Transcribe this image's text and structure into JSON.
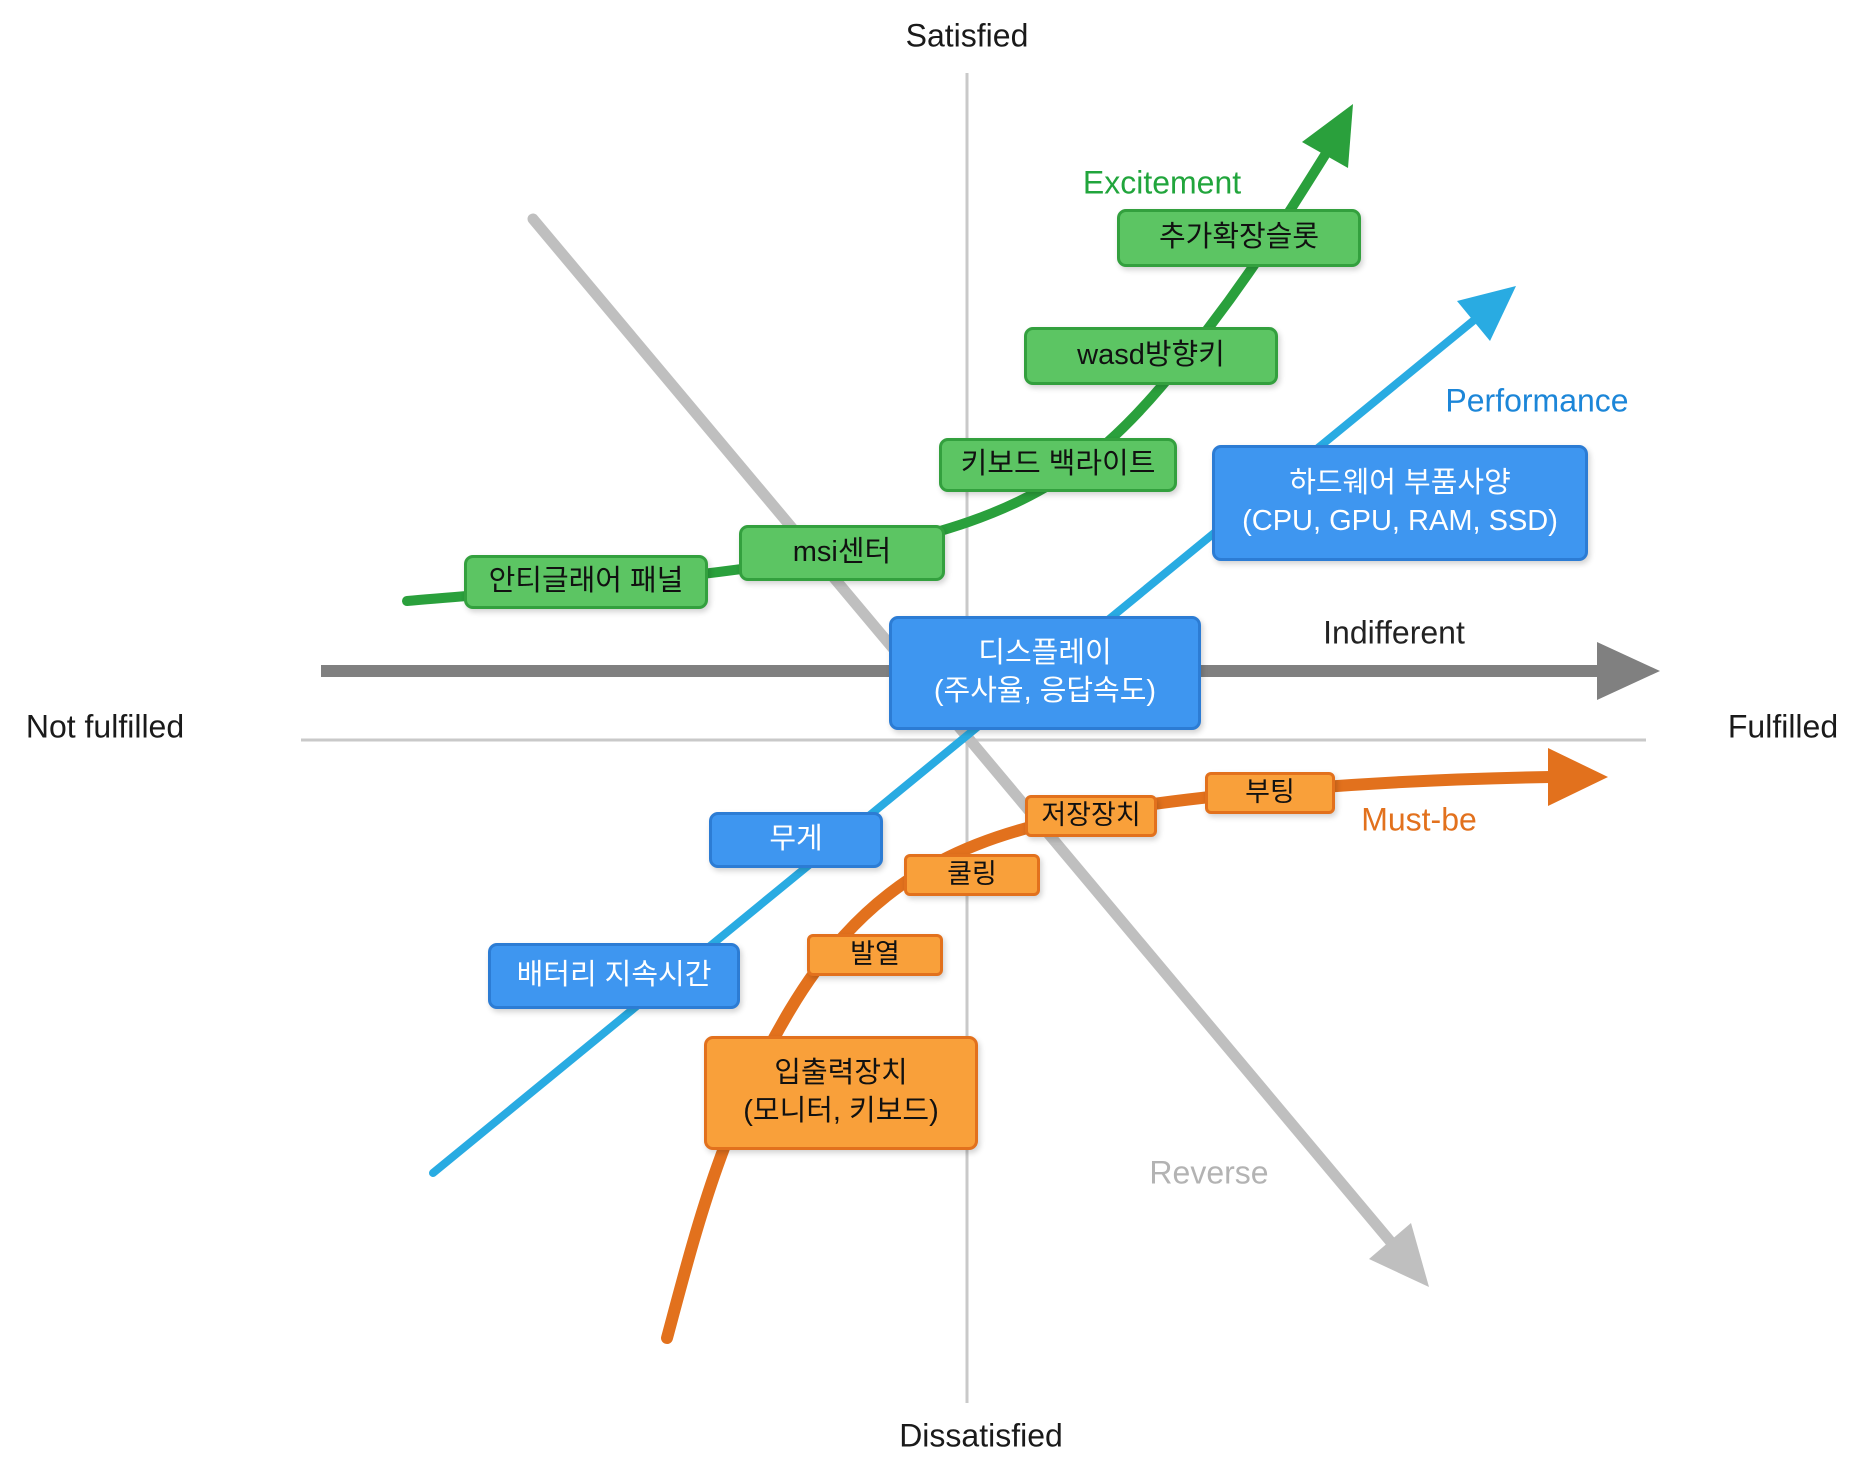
{
  "axes": {
    "top": "Satisfied",
    "bottom": "Dissatisfied",
    "left": "Not fulfilled",
    "right": "Fulfilled"
  },
  "curve_labels": {
    "excitement": "Excitement",
    "performance": "Performance",
    "indifferent": "Indifferent",
    "must_be": "Must-be",
    "reverse": "Reverse"
  },
  "excitement_items": [
    {
      "label": "안티글래어 패널"
    },
    {
      "label": "msi센터"
    },
    {
      "label": "키보드 백라이트"
    },
    {
      "label": "wasd방향키"
    },
    {
      "label": "추가확장슬롯"
    }
  ],
  "performance_items": [
    {
      "label": "배터리 지속시간"
    },
    {
      "label": "무게"
    },
    {
      "line1": "디스플레이",
      "line2": "(주사율, 응답속도)"
    },
    {
      "line1": "하드웨어 부품사양",
      "line2": "(CPU, GPU, RAM, SSD)"
    }
  ],
  "must_be_items": [
    {
      "line1": "입출력장치",
      "line2": "(모니터, 키보드)"
    },
    {
      "label": "발열"
    },
    {
      "label": "쿨링"
    },
    {
      "label": "저장장치"
    },
    {
      "label": "부팅"
    }
  ],
  "colors": {
    "excitement_line": "#2aa03c",
    "excitement_box_fill": "#5cc563",
    "excitement_box_border": "#33a03e",
    "performance_line": "#29abe2",
    "performance_box_fill": "#3e96f0",
    "performance_box_border": "#2c7cd4",
    "performance_label": "#1c86d8",
    "must_be_line": "#e2711d",
    "must_be_box_fill": "#f9a03a",
    "must_be_box_border": "#e2711d",
    "indifferent_arrow": "#808080",
    "reverse_arrow": "#bfbfbf",
    "axis_line": "#c9c9c9",
    "text": "#1a1a1a"
  }
}
